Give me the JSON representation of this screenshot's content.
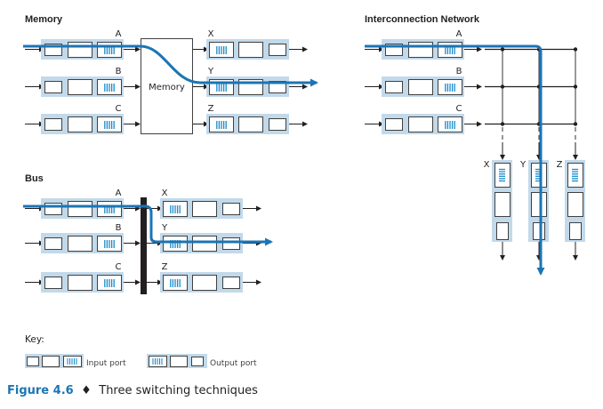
{
  "panels": {
    "memory": {
      "title": "Memory",
      "switch_label": "Memory",
      "inputs": [
        "A",
        "B",
        "C"
      ],
      "outputs": [
        "X",
        "Y",
        "Z"
      ]
    },
    "bus": {
      "title": "Bus",
      "inputs": [
        "A",
        "B",
        "C"
      ],
      "outputs": [
        "X",
        "Y",
        "Z"
      ]
    },
    "interconnection": {
      "title": "Interconnection Network",
      "inputs": [
        "A",
        "B",
        "C"
      ],
      "outputs": [
        "X",
        "Y",
        "Z"
      ]
    }
  },
  "key": {
    "title": "Key:",
    "input_port": "Input port",
    "output_port": "Output port"
  },
  "caption": {
    "number": "Figure 4.6",
    "separator": "♦",
    "text": "Three switching techniques"
  },
  "colors": {
    "port_band": "#c2d9ea",
    "path": "#1a75b5",
    "buffer_lines": "#1a8ccc",
    "stroke": "#231f20",
    "bus_bar": "#231f20"
  }
}
